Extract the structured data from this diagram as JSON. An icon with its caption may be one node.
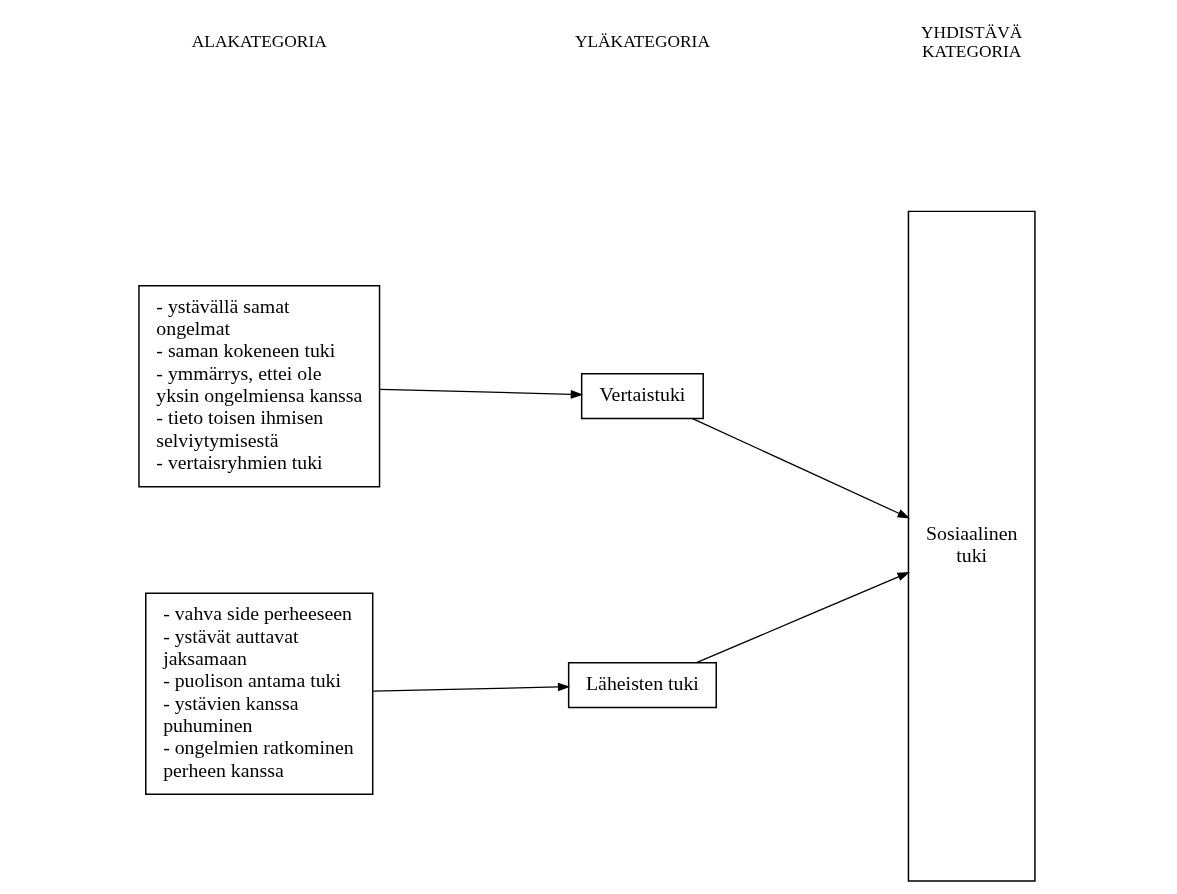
{
  "diagram": {
    "nodes": [
      {
        "text": [
          "- ystävällä samat ongelmat",
          "- saman kokeneen tuki",
          "- ymmärrys, ettei ole yksin ongelmiensa kanssa",
          "- tieto toisen ihmisen selviytymisestä",
          "- vertaisryhmien tuki"
        ]
      },
      {
        "text": [
          "Vertaistuki"
        ]
      },
      {
        "text": [
          "- vahva side perheeseen",
          "- ystävät auttavat jaksamaan",
          "- puolison antama tuki",
          "- ystävien kanssa puhuminen",
          "- ongelmien ratkominen perheen kanssa"
        ]
      },
      {
        "text": [
          "Läheisten tuki"
        ]
      },
      {
        "text": [
          "Sosiaalinen tuki"
        ]
      }
    ],
    "edges": [
      {
        "from": 0,
        "to": 1,
        "arrow": "to"
      },
      {
        "from": 1,
        "to": 4,
        "arrow": "to"
      },
      {
        "from": 2,
        "to": 3,
        "arrow": "to"
      },
      {
        "from": 3,
        "to": 4,
        "arrow": "to"
      }
    ],
    "labels": [
      "ALAKATEGORIA",
      "YLÄKATEGORIA",
      "YHDISTÄVÄ KATEGORIA"
    ]
  }
}
